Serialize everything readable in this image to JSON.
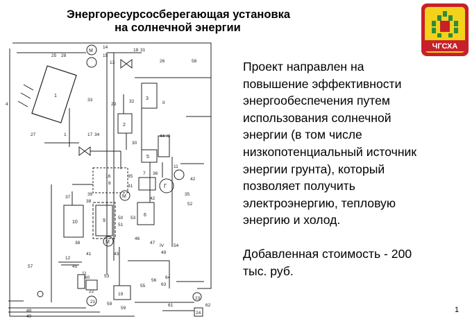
{
  "slide": {
    "title_line1": "Энергоресурсосберегающая установка",
    "title_line2": "на солнечной энергии",
    "logo_text": "ЧГСХА",
    "body_lines": [
      "Проект направлен на",
      "повышение эффективности",
      "энергообеспечения путем",
      "использования солнечной",
      "энергии (в том числе",
      "низкопотенциальный источник",
      "энергии грунта), который",
      "позволяет получить",
      "электроэнергию, тепловую",
      "энергию и холод."
    ],
    "value_line1": "Добавленная  стоимость - 200",
    "value_line2": "тыс. руб.",
    "page_number": "1"
  },
  "colors": {
    "logo_red": "#c8202a",
    "logo_green": "#2e8b3a",
    "logo_yellow": "#f2d21a"
  },
  "diagram": {
    "labels": [
      "1",
      "2",
      "3",
      "4",
      "5",
      "6",
      "7",
      "8",
      "9",
      "10",
      "11",
      "12",
      "14",
      "15",
      "16",
      "17",
      "18",
      "19",
      "20",
      "21",
      "22",
      "23",
      "24",
      "25",
      "26",
      "27",
      "28",
      "29",
      "30",
      "31",
      "32",
      "33",
      "34",
      "35",
      "36",
      "37",
      "38",
      "39",
      "40",
      "41",
      "42",
      "43",
      "44",
      "45",
      "46",
      "47",
      "48",
      "49",
      "50",
      "51",
      "52",
      "53",
      "54",
      "55",
      "56",
      "57",
      "58",
      "59",
      "60",
      "61",
      "62",
      "63",
      "64",
      "I",
      "II",
      "III",
      "IV",
      "V",
      "M",
      "Г"
    ]
  }
}
